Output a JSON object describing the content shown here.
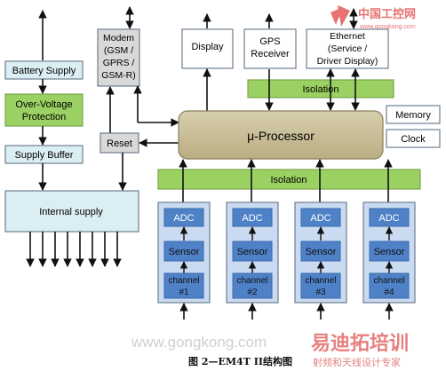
{
  "blocks": {
    "battery_supply": "Battery Supply",
    "over_voltage_line1": "Over-Voltage",
    "over_voltage_line2": "Protection",
    "supply_buffer": "Supply Buffer",
    "internal_supply": "Internal supply",
    "modem_line1": "Modem",
    "modem_line2": "(GSM /",
    "modem_line3": "GPRS /",
    "modem_line4": "GSM-R)",
    "reset": "Reset",
    "display": "Display",
    "gps_line1": "GPS",
    "gps_line2": "Receiver",
    "ethernet_line1": "Ethernet",
    "ethernet_line2": "(Service /",
    "ethernet_line3": "Driver Display)",
    "isolation_top": "Isolation",
    "processor": "μ-Processor",
    "memory": "Memory",
    "clock": "Clock",
    "isolation_bottom": "Isolation"
  },
  "channels": [
    {
      "adc": "ADC",
      "sensor": "Sensor",
      "channel_line1": "channel",
      "channel_line2": "#1"
    },
    {
      "adc": "ADC",
      "sensor": "Sensor",
      "channel_line1": "channel",
      "channel_line2": "#2"
    },
    {
      "adc": "ADC",
      "sensor": "Sensor",
      "channel_line1": "channel",
      "channel_line2": "#3"
    },
    {
      "adc": "ADC",
      "sensor": "Sensor",
      "channel_line1": "channel",
      "channel_line2": "#4"
    }
  ],
  "watermark": {
    "top_right_logo": "中国工控网",
    "top_right_url": "www.gongkong.com",
    "bottom_url": "www.gongkong.com",
    "bottom_brand": "易迪拓培训",
    "bottom_slogan": "射频和天线设计专家"
  },
  "caption": "图 2—EM4T II结构图",
  "colors": {
    "green": "#9bd162",
    "green_stroke": "#7aa64a",
    "blue_outer": "#c9daf1",
    "blue_inner": "#4f81c7",
    "blue_stroke": "#3a6aad",
    "light_blue": "#dbeef4",
    "gray_box": "#d9d9d9",
    "processor": "#c9bf98",
    "stroke": "#6f7f8f",
    "watermark_red": "#e05050"
  }
}
